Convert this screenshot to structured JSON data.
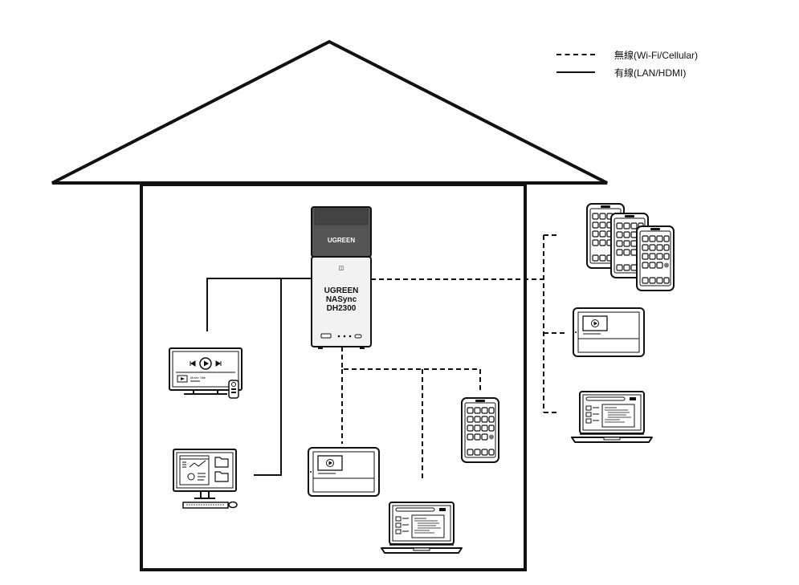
{
  "legend": {
    "wireless_label": "無線(Wi-Fi/Cellular)",
    "wired_label": "有線(LAN/HDMI)"
  },
  "nas": {
    "brand_top": "UGREEN",
    "line1": "UGREEN",
    "line2": "NASync",
    "line3": "DH2300"
  },
  "tv": {
    "track_title": "Movie Title"
  },
  "icons": {
    "house": "house-outline-icon",
    "nas": "nas-device-icon",
    "tv": "tv-icon",
    "remote": "remote-control-icon",
    "desktop": "desktop-computer-icon",
    "tablet": "tablet-icon",
    "phone": "smartphone-icon",
    "laptop": "laptop-icon"
  },
  "colors": {
    "line": "#111111",
    "device_dark": "#555555",
    "device_light": "#f2f2f2"
  }
}
